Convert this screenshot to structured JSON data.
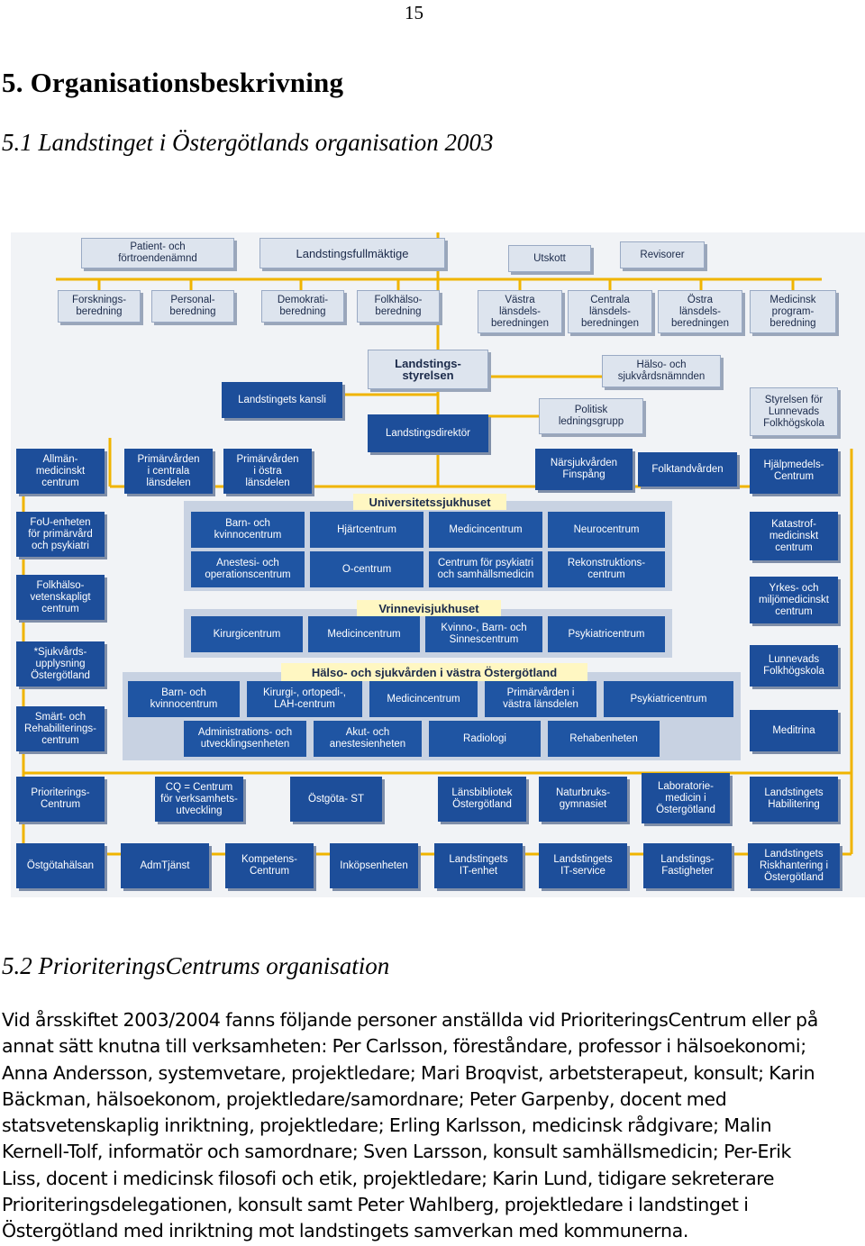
{
  "page_number": "15",
  "heading1": "5. Organisationsbeskrivning",
  "heading2": "5.1 Landstinget i Östergötlands organisation 2003",
  "org": {
    "top": {
      "patient": "Patient- och\nförtroendenämnd",
      "fullmaktige": "Landstingsfullmäktige",
      "utskott": "Utskott",
      "revisorer": "Revisorer"
    },
    "beredningar": [
      "Forsknings-\nberedning",
      "Personal-\nberedning",
      "Demokrati-\nberedning",
      "Folkhälso-\nberedning",
      "Västra\nlänsdels-\nberedningen",
      "Centrala\nlänsdels-\nberedningen",
      "Östra\nlänsdels-\nberedningen",
      "Medicinsk\nprogram-\nberedning"
    ],
    "styrelsen": "Landstings-\nstyrelsen",
    "halso_namnd": "Hälso- och\nsjukvårdsnämnden",
    "kansli": "Landstingets kansli",
    "politisk": "Politisk\nledningsgrupp",
    "folkhogskola_styr": "Styrelsen för\nLunnevads\nFolkhögskola",
    "direktor": "Landstingsdirektör",
    "left_col": [
      "Allmän-\nmedicinskt\ncentrum",
      "FoU-enheten\nför primärvård\noch psykiatri",
      "Folkhälso-\nvetenskapligt\ncentrum",
      "*Sjukvårds-\nupplysning\nÖstergötland",
      "Smärt- och\nRehabiliterings-\ncentrum"
    ],
    "primarvarden_c": "Primärvården\ni centrala\nlänsdelen",
    "primarvarden_o": "Primärvården\ni östra\nlänsdelen",
    "narsjukvarden": "Närsjukvården\nFinspång",
    "folktandvarden": "Folktandvården",
    "right_col": [
      "Hjälpmedels-\nCentrum",
      "Katastrof-\nmedicinskt\ncentrum",
      "Yrkes- och\nmiljömedicinskt\ncentrum",
      "Lunnevads\nFolkhögskola",
      "Meditrina"
    ],
    "us_title": "Universitetssjukhuset",
    "us_units": [
      "Barn- och\nkvinnocentrum",
      "Hjärtcentrum",
      "Medicincentrum",
      "Neurocentrum",
      "Anestesi- och\noperationscentrum",
      "O-centrum",
      "Centrum för psykiatri\noch samhällsmedicin",
      "Rekonstruktions-\ncentrum"
    ],
    "vr_title": "Vrinnevisjukhuset",
    "vr_units": [
      "Kirurgicentrum",
      "Medicincentrum",
      "Kvinno-, Barn- och\nSinnescentrum",
      "Psykiatricentrum"
    ],
    "vast_title": "Hälso- och sjukvården i västra Östergötland",
    "vast_units": [
      "Barn- och\nkvinnocentrum",
      "Kirurgi-, ortopedi-,\nLAH-centrum",
      "Medicincentrum",
      "Primärvården i\nvästra länsdelen",
      "Psykiatricentrum",
      "Administrations- och\nutvecklingsenheten",
      "Akut- och\nanestesienheten",
      "Radiologi",
      "Rehabenheten"
    ],
    "row8": [
      "Prioriterings-\nCentrum",
      "CQ = Centrum\nför verksamhets-\nutveckling",
      "Östgöta- ST",
      "Länsbibliotek\nÖstergötland",
      "Naturbruks-\ngymnasiet",
      "Laboratorie-\nmedicin i\nÖstergötland",
      "Landstingets\nHabilitering"
    ],
    "row9": [
      "Östgötahälsan",
      "AdmTjänst",
      "Kompetens-\nCentrum",
      "Inköpsenheten",
      "Landstingets\nIT-enhet",
      "Landstingets\nIT-service",
      "Landstings-\nFastigheter",
      "Landstingets\nRiskhantering i\nÖstergötland"
    ]
  },
  "heading3": "5.2 PrioriteringsCentrums organisation",
  "paragraph_lines": [
    "Vid årsskiftet 2003/2004 fanns följande personer anställda vid PrioriteringsCentrum eller på",
    "annat sätt knutna till verksamheten: Per Carlsson, föreståndare, professor i hälsoekonomi;",
    "Anna Andersson, systemvetare, projektledare; Mari Broqvist, arbetsterapeut, konsult; Karin",
    "Bäckman, hälsoekonom, projektledare/samordnare; Peter Garpenby, docent med",
    "statsvetenskaplig inriktning, projektledare; Erling Karlsson, medicinsk rådgivare; Malin",
    "Kernell-Tolf, informatör och samordnare; Sven Larsson, konsult samhällsmedicin; Per-Erik",
    "Liss, docent i medicinsk filosofi och etik, projektledare; Karin Lund, tidigare sekreterare",
    "Prioriteringsdelegationen, konsult samt Peter Wahlberg, projektledare i landstinget i",
    "Östergötland med inriktning mot landstingets samverkan med kommunerna."
  ]
}
